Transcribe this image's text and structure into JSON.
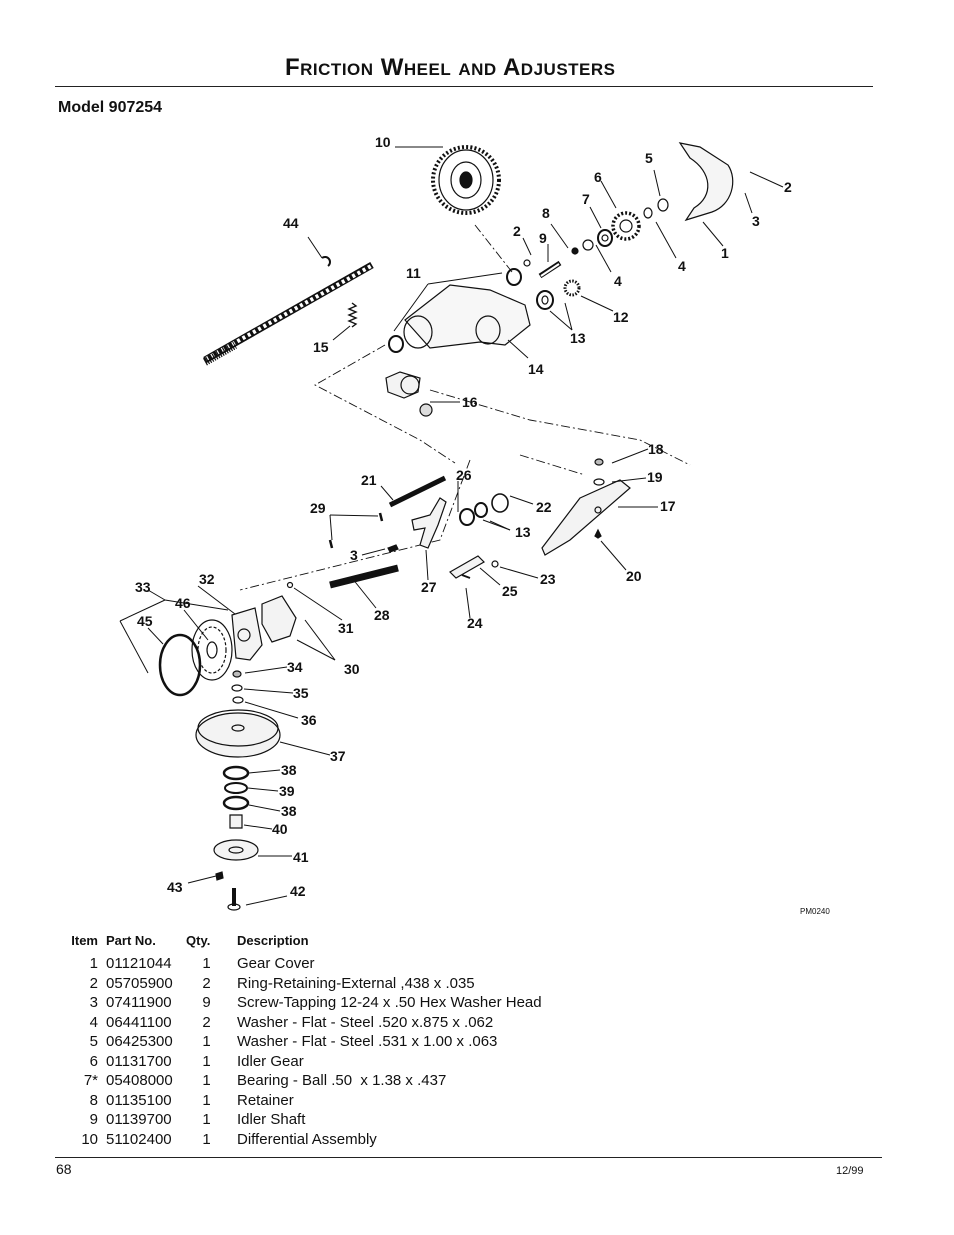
{
  "header": {
    "title": "Friction Wheel and Adjusters",
    "model": "Model 907254"
  },
  "diagram": {
    "drawing_code": "PM0240",
    "callouts": [
      "10",
      "44",
      "5",
      "6",
      "7",
      "8",
      "2",
      "9",
      "3",
      "1",
      "4",
      "11",
      "12",
      "13",
      "15",
      "14",
      "16",
      "18",
      "19",
      "17",
      "21",
      "26",
      "22",
      "29",
      "3",
      "13",
      "23",
      "20",
      "27",
      "25",
      "24",
      "33",
      "32",
      "46",
      "45",
      "28",
      "31",
      "34",
      "30",
      "35",
      "36",
      "37",
      "38",
      "39",
      "38",
      "40",
      "41",
      "43",
      "42"
    ]
  },
  "parts_table": {
    "columns": [
      "Item",
      "Part No.",
      "Qty.",
      "Description"
    ],
    "rows": [
      {
        "item": "1",
        "part_no": "01121044",
        "qty": "1",
        "description": "Gear Cover"
      },
      {
        "item": "2",
        "part_no": "05705900",
        "qty": "2",
        "description": "Ring-Retaining-External ,438 x .035"
      },
      {
        "item": "3",
        "part_no": "07411900",
        "qty": "9",
        "description": "Screw-Tapping 12-24 x .50 Hex Washer Head"
      },
      {
        "item": "4",
        "part_no": "06441100",
        "qty": "2",
        "description": "Washer - Flat - Steel .520 x.875 x .062"
      },
      {
        "item": "5",
        "part_no": "06425300",
        "qty": "1",
        "description": "Washer - Flat - Steel .531 x 1.00 x .063"
      },
      {
        "item": "6",
        "part_no": "01131700",
        "qty": "1",
        "description": "Idler Gear"
      },
      {
        "item": "7*",
        "part_no": "05408000",
        "qty": "1",
        "description": "Bearing - Ball .50  x 1.38 x .437"
      },
      {
        "item": "8",
        "part_no": "01135100",
        "qty": "1",
        "description": "Retainer"
      },
      {
        "item": "9",
        "part_no": "01139700",
        "qty": "1",
        "description": "Idler Shaft"
      },
      {
        "item": "10",
        "part_no": "51102400",
        "qty": "1",
        "description": "Differential Assembly"
      }
    ]
  },
  "footer": {
    "page_number": "68",
    "date": "12/99"
  }
}
